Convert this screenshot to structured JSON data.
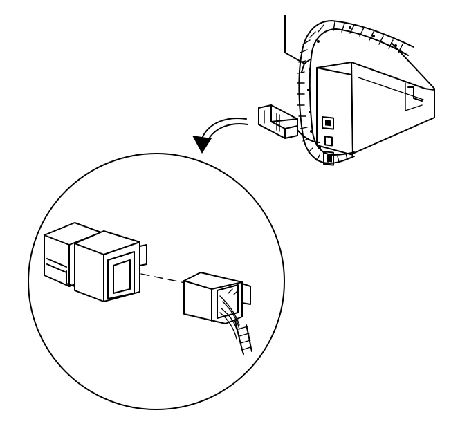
{
  "figure": {
    "type": "technical-line-illustration",
    "palette": {
      "ink": "#000000",
      "paper": "#ffffff"
    },
    "components": [
      "module-housing",
      "braided-wiring-harness",
      "harness-connector-in-place",
      "detail-view-arrow",
      "detail-view-circle",
      "mating-connector-body",
      "separated-harness-connector",
      "wire-bundle",
      "alignment-dashed-line"
    ]
  }
}
